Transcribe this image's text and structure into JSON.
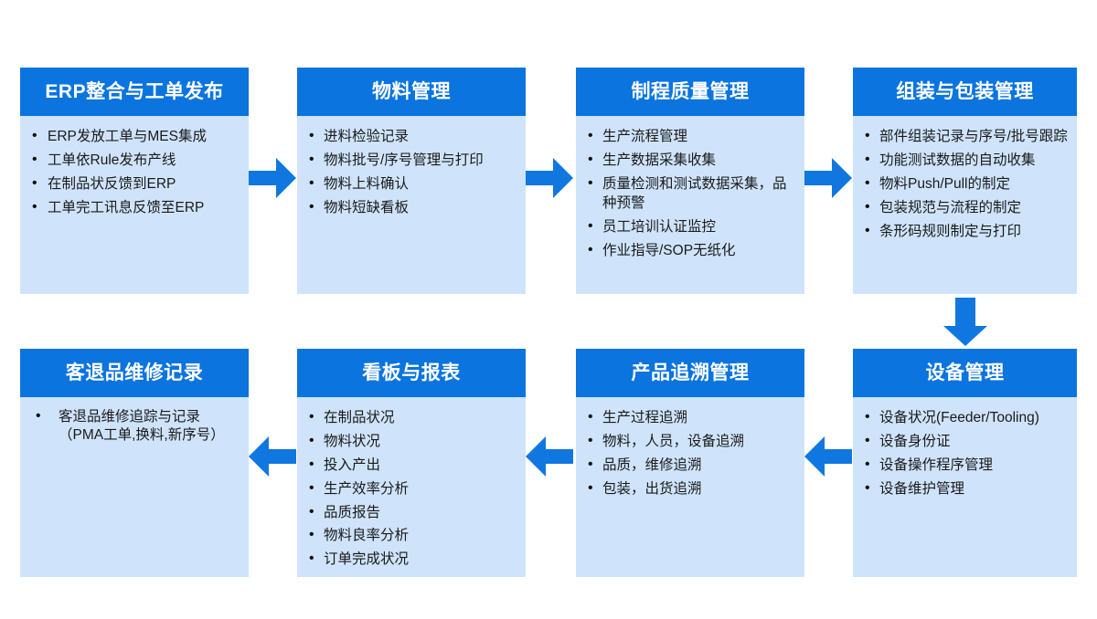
{
  "diagram": {
    "type": "flowchart",
    "accent_color": "#0b74de",
    "box_fill_color": "#cfe4fb",
    "arrow_color": "#1177e0",
    "flow_order": [
      "erp-integration-and-work-order-release",
      "material-management",
      "process-quality-management",
      "assembly-and-packaging-management",
      "equipment-management",
      "product-traceability-management",
      "dashboard-and-reports",
      "customer-return-repair-record"
    ],
    "boxes": [
      {
        "id": "erp-integration-and-work-order-release",
        "title": "ERP整合与工单发布",
        "items": [
          "ERP发放工单与MES集成",
          "工单依Rule发布产线",
          "在制品状反馈到ERP",
          "工单完工讯息反馈至ERP"
        ]
      },
      {
        "id": "material-management",
        "title": "物料管理",
        "items": [
          "进料检验记录",
          "物料批号/序号管理与打印",
          "物料上料确认",
          "物料短缺看板"
        ]
      },
      {
        "id": "process-quality-management",
        "title": "制程质量管理",
        "items": [
          "生产流程管理",
          "生产数据采集收集",
          "质量检测和测试数据采集，品种预警",
          "员工培训认证监控",
          "作业指导/SOP无纸化"
        ]
      },
      {
        "id": "assembly-and-packaging-management",
        "title": "组装与包装管理",
        "items": [
          "部件组装记录与序号/批号跟踪",
          "功能测试数据的自动收集",
          "物料Push/Pull的制定",
          "包装规范与流程的制定",
          "条形码规则制定与打印"
        ]
      },
      {
        "id": "customer-return-repair-record",
        "title": "客退品维修记录",
        "items": [
          "客退品维修追踪与记录（PMA工单,换料,新序号）"
        ]
      },
      {
        "id": "dashboard-and-reports",
        "title": "看板与报表",
        "items": [
          "在制品状况",
          "物料状况",
          "投入产出",
          "生产效率分析",
          "品质报告",
          "物料良率分析",
          "订单完成状况"
        ]
      },
      {
        "id": "product-traceability-management",
        "title": "产品追溯管理",
        "items": [
          "生产过程追溯",
          "物料，人员，设备追溯",
          "品质，维修追溯",
          "包装，出货追溯"
        ]
      },
      {
        "id": "equipment-management",
        "title": "设备管理",
        "items": [
          "设备状况(Feeder/Tooling)",
          "设备身份证",
          "设备操作程序管理",
          "设备维护管理"
        ]
      }
    ],
    "arrows": [
      {
        "id": "arrow-erp-to-material",
        "direction": "right"
      },
      {
        "id": "arrow-material-to-quality",
        "direction": "right"
      },
      {
        "id": "arrow-quality-to-assembly",
        "direction": "right"
      },
      {
        "id": "arrow-assembly-to-equipment",
        "direction": "down"
      },
      {
        "id": "arrow-equipment-to-traceability",
        "direction": "left"
      },
      {
        "id": "arrow-traceability-to-dashboard",
        "direction": "left"
      },
      {
        "id": "arrow-dashboard-to-return-repair",
        "direction": "left"
      }
    ]
  }
}
